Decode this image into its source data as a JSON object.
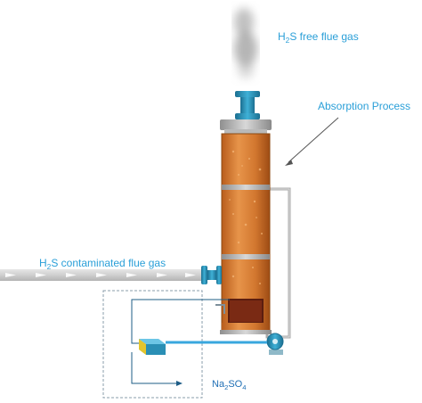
{
  "labels": {
    "free_gas": {
      "pre": "H",
      "sub": "2",
      "post": "S free flue gas"
    },
    "absorption": "Absorption Process",
    "contaminated": {
      "pre": "H",
      "sub": "2",
      "post": "S contaminated flue gas"
    },
    "product": {
      "pre": "Na",
      "sub": "2",
      "mid": "SO",
      "sub2": "4"
    }
  },
  "colors": {
    "label_blue": "#2a9fd8",
    "column_orange": "#d77b2d",
    "flange_teal": "#2a8fb5",
    "pipe_grey": "#c9c9c9",
    "product_blue": "#1f6fb5"
  }
}
